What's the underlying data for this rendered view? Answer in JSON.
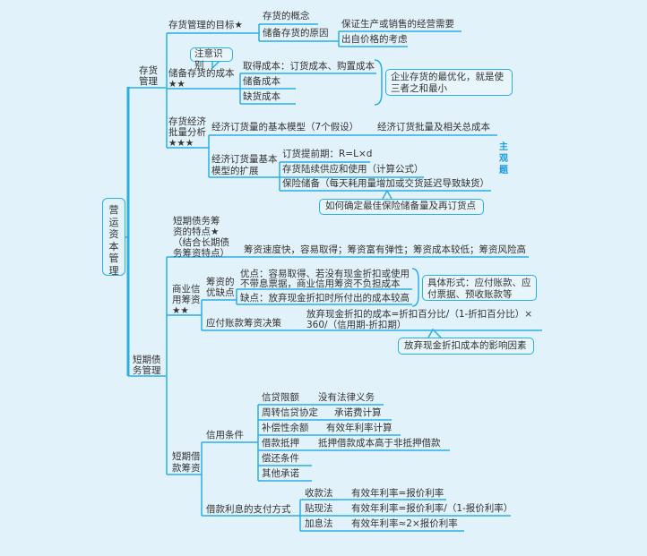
{
  "root": "营运资本管理",
  "tag": "主观题",
  "inventory": {
    "label": [
      "存货",
      "管理"
    ],
    "goal": {
      "label": "存货管理的目标★",
      "items": [
        "存货的概念",
        "储备存货的原因"
      ],
      "reasons": [
        "保证生产或销售的经营需要",
        "出自价格的考虑"
      ]
    },
    "cost": {
      "callout": "注意识别",
      "label": "储备存货的成本",
      "stars": "★★",
      "items": [
        "取得成本：订货成本、购置成本",
        "储备成本",
        "缺货成本"
      ],
      "summary": [
        "企业存货的最优化，就是使",
        "三者之和最小"
      ]
    },
    "eoq": {
      "label": [
        "存货经济",
        "批量分析"
      ],
      "stars": "★★★",
      "basic": "经济订货量的基本模型（7个假设）",
      "basic_result": "经济订货批量及相关总成本",
      "ext": [
        "经济订货量基本",
        "模型的扩展"
      ],
      "ext_items": [
        "订货提前期：R=L×d",
        "存货陆续供应和使用（计算公式）",
        "保险储备（每天耗用量增加或交货延迟导致缺货）"
      ],
      "callout": "如何确定最佳保险储备量及再订货点"
    }
  },
  "shortdebt": {
    "label": [
      "短期债",
      "务管理"
    ],
    "features": {
      "label": [
        "短期债务筹",
        "资的特点★",
        "（结合长期债",
        "务筹资特点）"
      ],
      "text": "筹资速度快，容易取得；筹资富有弹性；筹资成本较低；筹资风险高"
    },
    "credit": {
      "label": [
        "商业信",
        "用筹资"
      ],
      "stars": "★★",
      "pros_cons": [
        "筹资的",
        "优缺点"
      ],
      "pros": [
        "优点：容易取得、若没有现金折扣或使用",
        "不带息票据，商业信用筹资不负担成本"
      ],
      "cons": "缺点：放弃现金折扣时所付出的成本较高",
      "forms": [
        "具体形式：应付账款、应",
        "付票据、预收账款等"
      ],
      "decision": "应付账款筹资决策",
      "formula": [
        "放弃现金折扣的成本=折扣百分比/（1-折扣百分比）×",
        "360/（信用期-折扣期）"
      ],
      "callout": "放弃现金折扣成本的影响因素"
    },
    "loan": {
      "label": [
        "短期借",
        "款筹资"
      ],
      "terms_label": "信用条件",
      "terms": [
        [
          "信贷限额",
          "没有法律义务"
        ],
        [
          "周转信贷协定",
          "承诺费计算"
        ],
        [
          "补偿性余额",
          "有效年利率计算"
        ],
        [
          "借款抵押",
          "抵押借款成本高于非抵押借款"
        ],
        [
          "偿还条件",
          ""
        ],
        [
          "其他承诺",
          ""
        ]
      ],
      "interest_label": "借款利息的支付方式",
      "interest": [
        [
          "收款法",
          "有效年利率=报价利率"
        ],
        [
          "贴现法",
          "有效年利率=报价利率/（1-报价利率）"
        ],
        [
          "加息法",
          "有效年利率≈2×报价利率"
        ]
      ]
    }
  },
  "colors": {
    "line": "#2aaee6",
    "background": "#e2f2fa",
    "tag": "#1a9be0"
  }
}
